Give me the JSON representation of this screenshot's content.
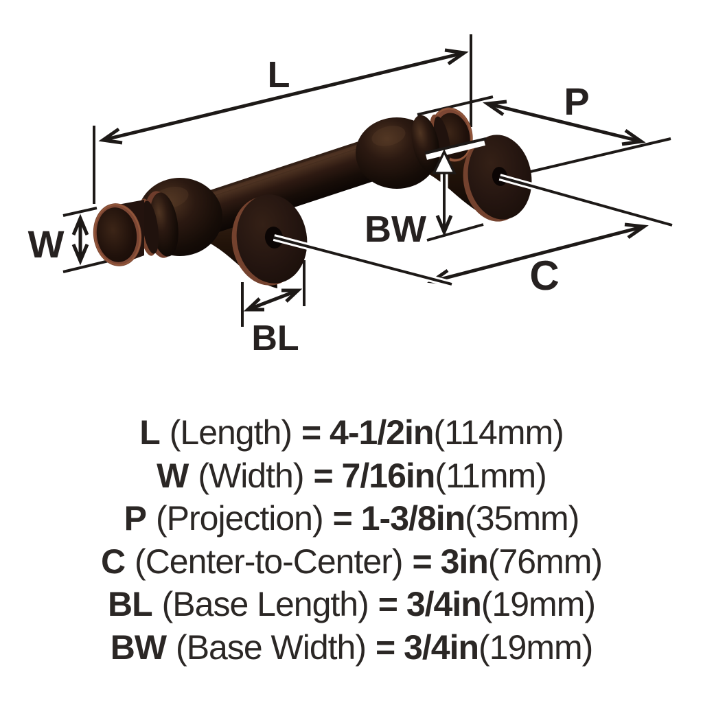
{
  "page": {
    "background": "#ffffff"
  },
  "diagram": {
    "kind": "cabinet-pull-dimension-drawing",
    "labels": {
      "l": "L",
      "w": "W",
      "p": "P",
      "c": "C",
      "bl": "BL",
      "bw": "BW"
    },
    "colors": {
      "line": "#1d1917",
      "label": "#262120",
      "text": "#2b2725",
      "background": "#ffffff",
      "hardware_finish_dark": "#2b1911",
      "hardware_finish_bronze": "#76432e"
    }
  },
  "specs": {
    "equals": "=",
    "rows": [
      {
        "key": "l",
        "label": "L",
        "descriptor": "(Length)",
        "value": "4-1/2in",
        "metric": "(114mm)"
      },
      {
        "key": "w",
        "label": "W",
        "descriptor": "(Width)",
        "value": "7/16in",
        "metric": "(11mm)"
      },
      {
        "key": "p",
        "label": "P",
        "descriptor": "(Projection)",
        "value": "1-3/8in",
        "metric": "(35mm)"
      },
      {
        "key": "c",
        "label": "C",
        "descriptor": "(Center-to-Center)",
        "value": "3in",
        "metric": "(76mm)"
      },
      {
        "key": "bl",
        "label": "BL",
        "descriptor": "(Base Length)",
        "value": "3/4in",
        "metric": "(19mm)"
      },
      {
        "key": "bw",
        "label": "BW",
        "descriptor": "(Base Width)",
        "value": "3/4in",
        "metric": "(19mm)"
      }
    ]
  }
}
